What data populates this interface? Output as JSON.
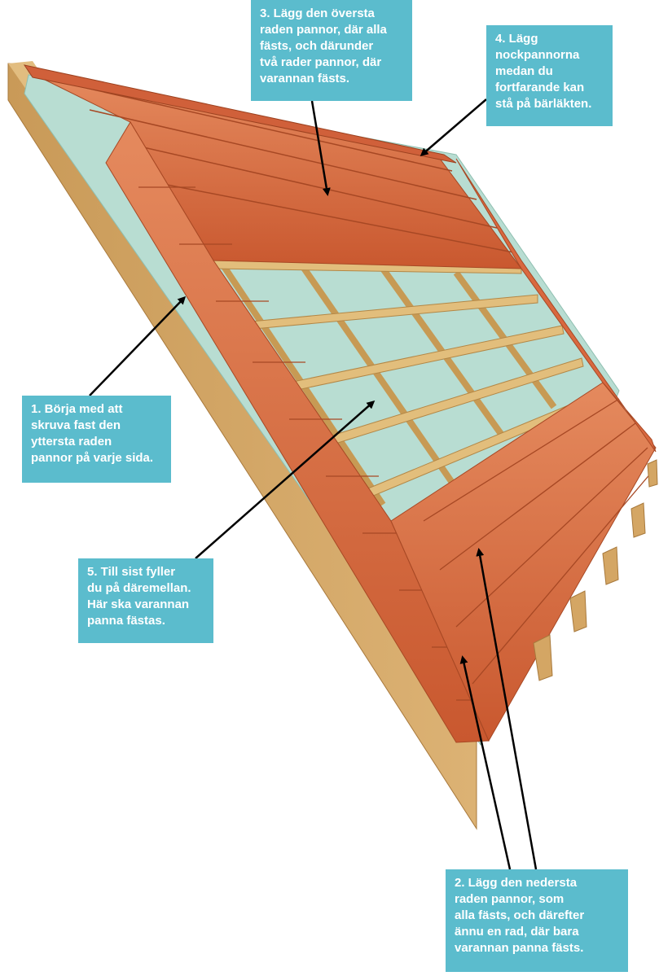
{
  "callouts": [
    {
      "id": "1",
      "lines": [
        "1. Börja med att",
        "skruva fast den",
        "yttersta raden",
        "pannor på varje sida."
      ]
    },
    {
      "id": "2",
      "lines": [
        "2. Lägg den nedersta",
        "raden pannor, som",
        "alla fästs, och därefter",
        "ännu en rad, där bara",
        "varannan panna fästs."
      ]
    },
    {
      "id": "3",
      "lines": [
        "3. Lägg den översta",
        "raden pannor, där alla",
        "fästs, och därunder",
        "två rader pannor, där",
        "varannan fästs."
      ]
    },
    {
      "id": "4",
      "lines": [
        "4. Lägg",
        "nockpannorna",
        "medan du",
        "fortfarande kan",
        "stå på bärläkten."
      ]
    },
    {
      "id": "5",
      "lines": [
        "5. Till sist fyller",
        "du på däremellan.",
        "Här ska varannan",
        "panna fästas."
      ]
    }
  ],
  "colors": {
    "callout_bg": "#5bbccd",
    "callout_text": "#ffffff",
    "tile": "#d9683f",
    "tile_dark": "#b24d2a",
    "tile_light": "#e98a5f",
    "wood": "#d4a664",
    "wood_dark": "#a8793c",
    "membrane": "#b8ddd2",
    "arrow": "#000000"
  }
}
